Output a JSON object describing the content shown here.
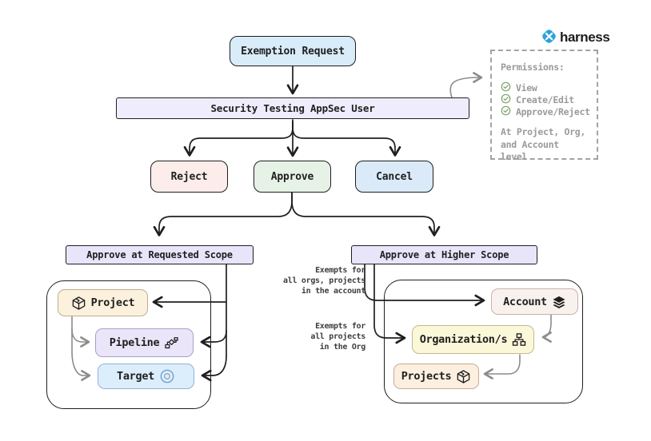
{
  "brand": {
    "name": "harness",
    "logo_color": "#2aa2dd"
  },
  "flow": {
    "start": {
      "label": "Exemption Request"
    },
    "actor": {
      "label": "Security Testing AppSec User"
    },
    "decisions": [
      {
        "label": "Reject",
        "status_color": "#fcedeb"
      },
      {
        "label": "Approve",
        "status_color": "#e7f2e6"
      },
      {
        "label": "Cancel",
        "status_color": "#daeaf8"
      }
    ],
    "left_branch": {
      "title": "Approve at Requested Scope",
      "nodes": [
        {
          "label": "Project",
          "icon": "cube-icon"
        },
        {
          "label": "Pipeline",
          "icon": "pipeline-icon"
        },
        {
          "label": "Target",
          "icon": "target-icon"
        }
      ]
    },
    "right_branch": {
      "title": "Approve at Higher Scope",
      "annotations": [
        {
          "text": "Exempts for\nall orgs, projects\nin the account"
        },
        {
          "text": "Exempts for\nall projects\nin the Org"
        }
      ],
      "nodes": [
        {
          "label": "Account",
          "icon": "layers-icon"
        },
        {
          "label": "Organization/s",
          "icon": "org-chart-icon"
        },
        {
          "label": "Projects",
          "icon": "cube-icon"
        }
      ]
    }
  },
  "permissions_panel": {
    "title": "Permissions:",
    "items": [
      {
        "label": "View",
        "icon": "check-circle-icon"
      },
      {
        "label": "Create/Edit",
        "icon": "check-circle-icon"
      },
      {
        "label": "Approve/Reject",
        "icon": "check-circle-icon"
      }
    ],
    "footer": "At Project, Org,\nand Account level",
    "check_color": "#7da16b"
  }
}
